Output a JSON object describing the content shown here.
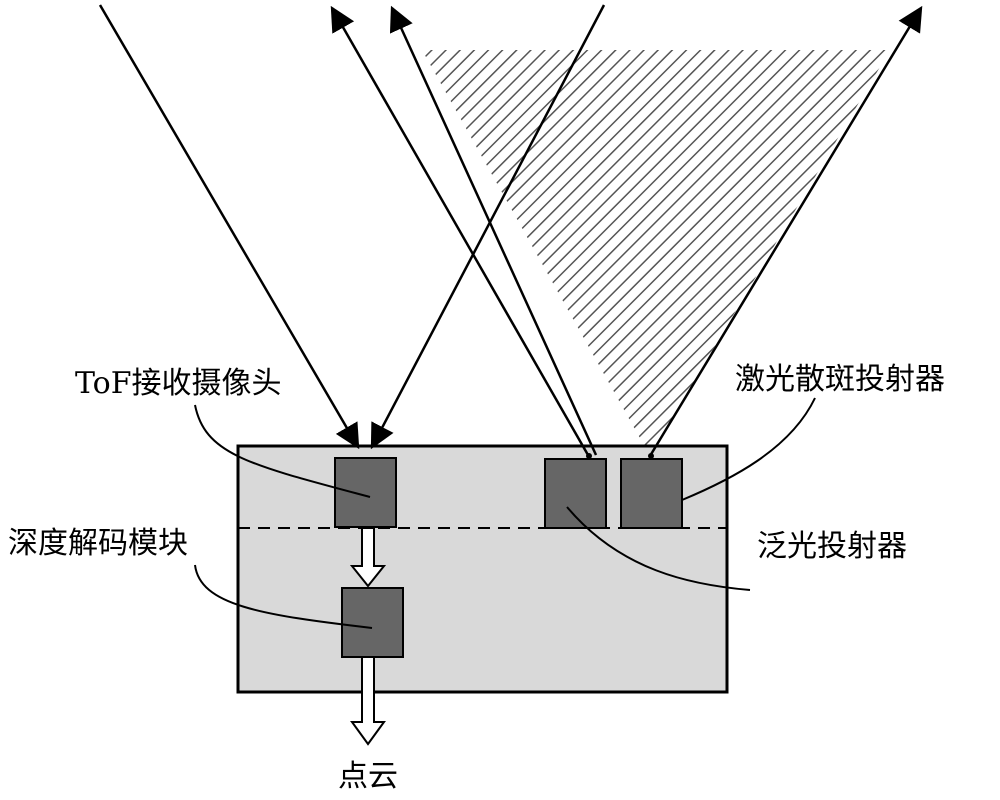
{
  "labels": {
    "tof_camera": "ToF接收摄像头",
    "laser_speckle_projector": "激光散斑投射器",
    "depth_decoding_module": "深度解码模块",
    "flood_projector": "泛光投射器",
    "point_cloud": "点云"
  },
  "colors": {
    "device_fill": "#d9d9d9",
    "component_fill": "#666666",
    "stroke": "#000000",
    "hatch": "#555555"
  }
}
